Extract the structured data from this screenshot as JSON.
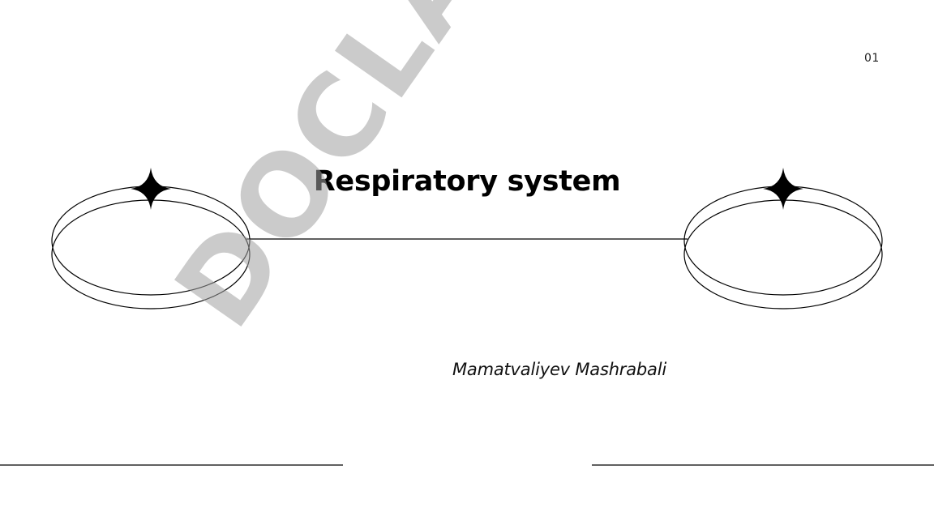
{
  "slide": {
    "page_number": "01",
    "title": "Respiratory system",
    "author": "Mamatvaliyev Mashrabali"
  },
  "watermark": {
    "text": "DOCLAB.UZ",
    "color": "#a0a0a0"
  },
  "colors": {
    "background": "#ffffff",
    "ink": "#000000"
  }
}
